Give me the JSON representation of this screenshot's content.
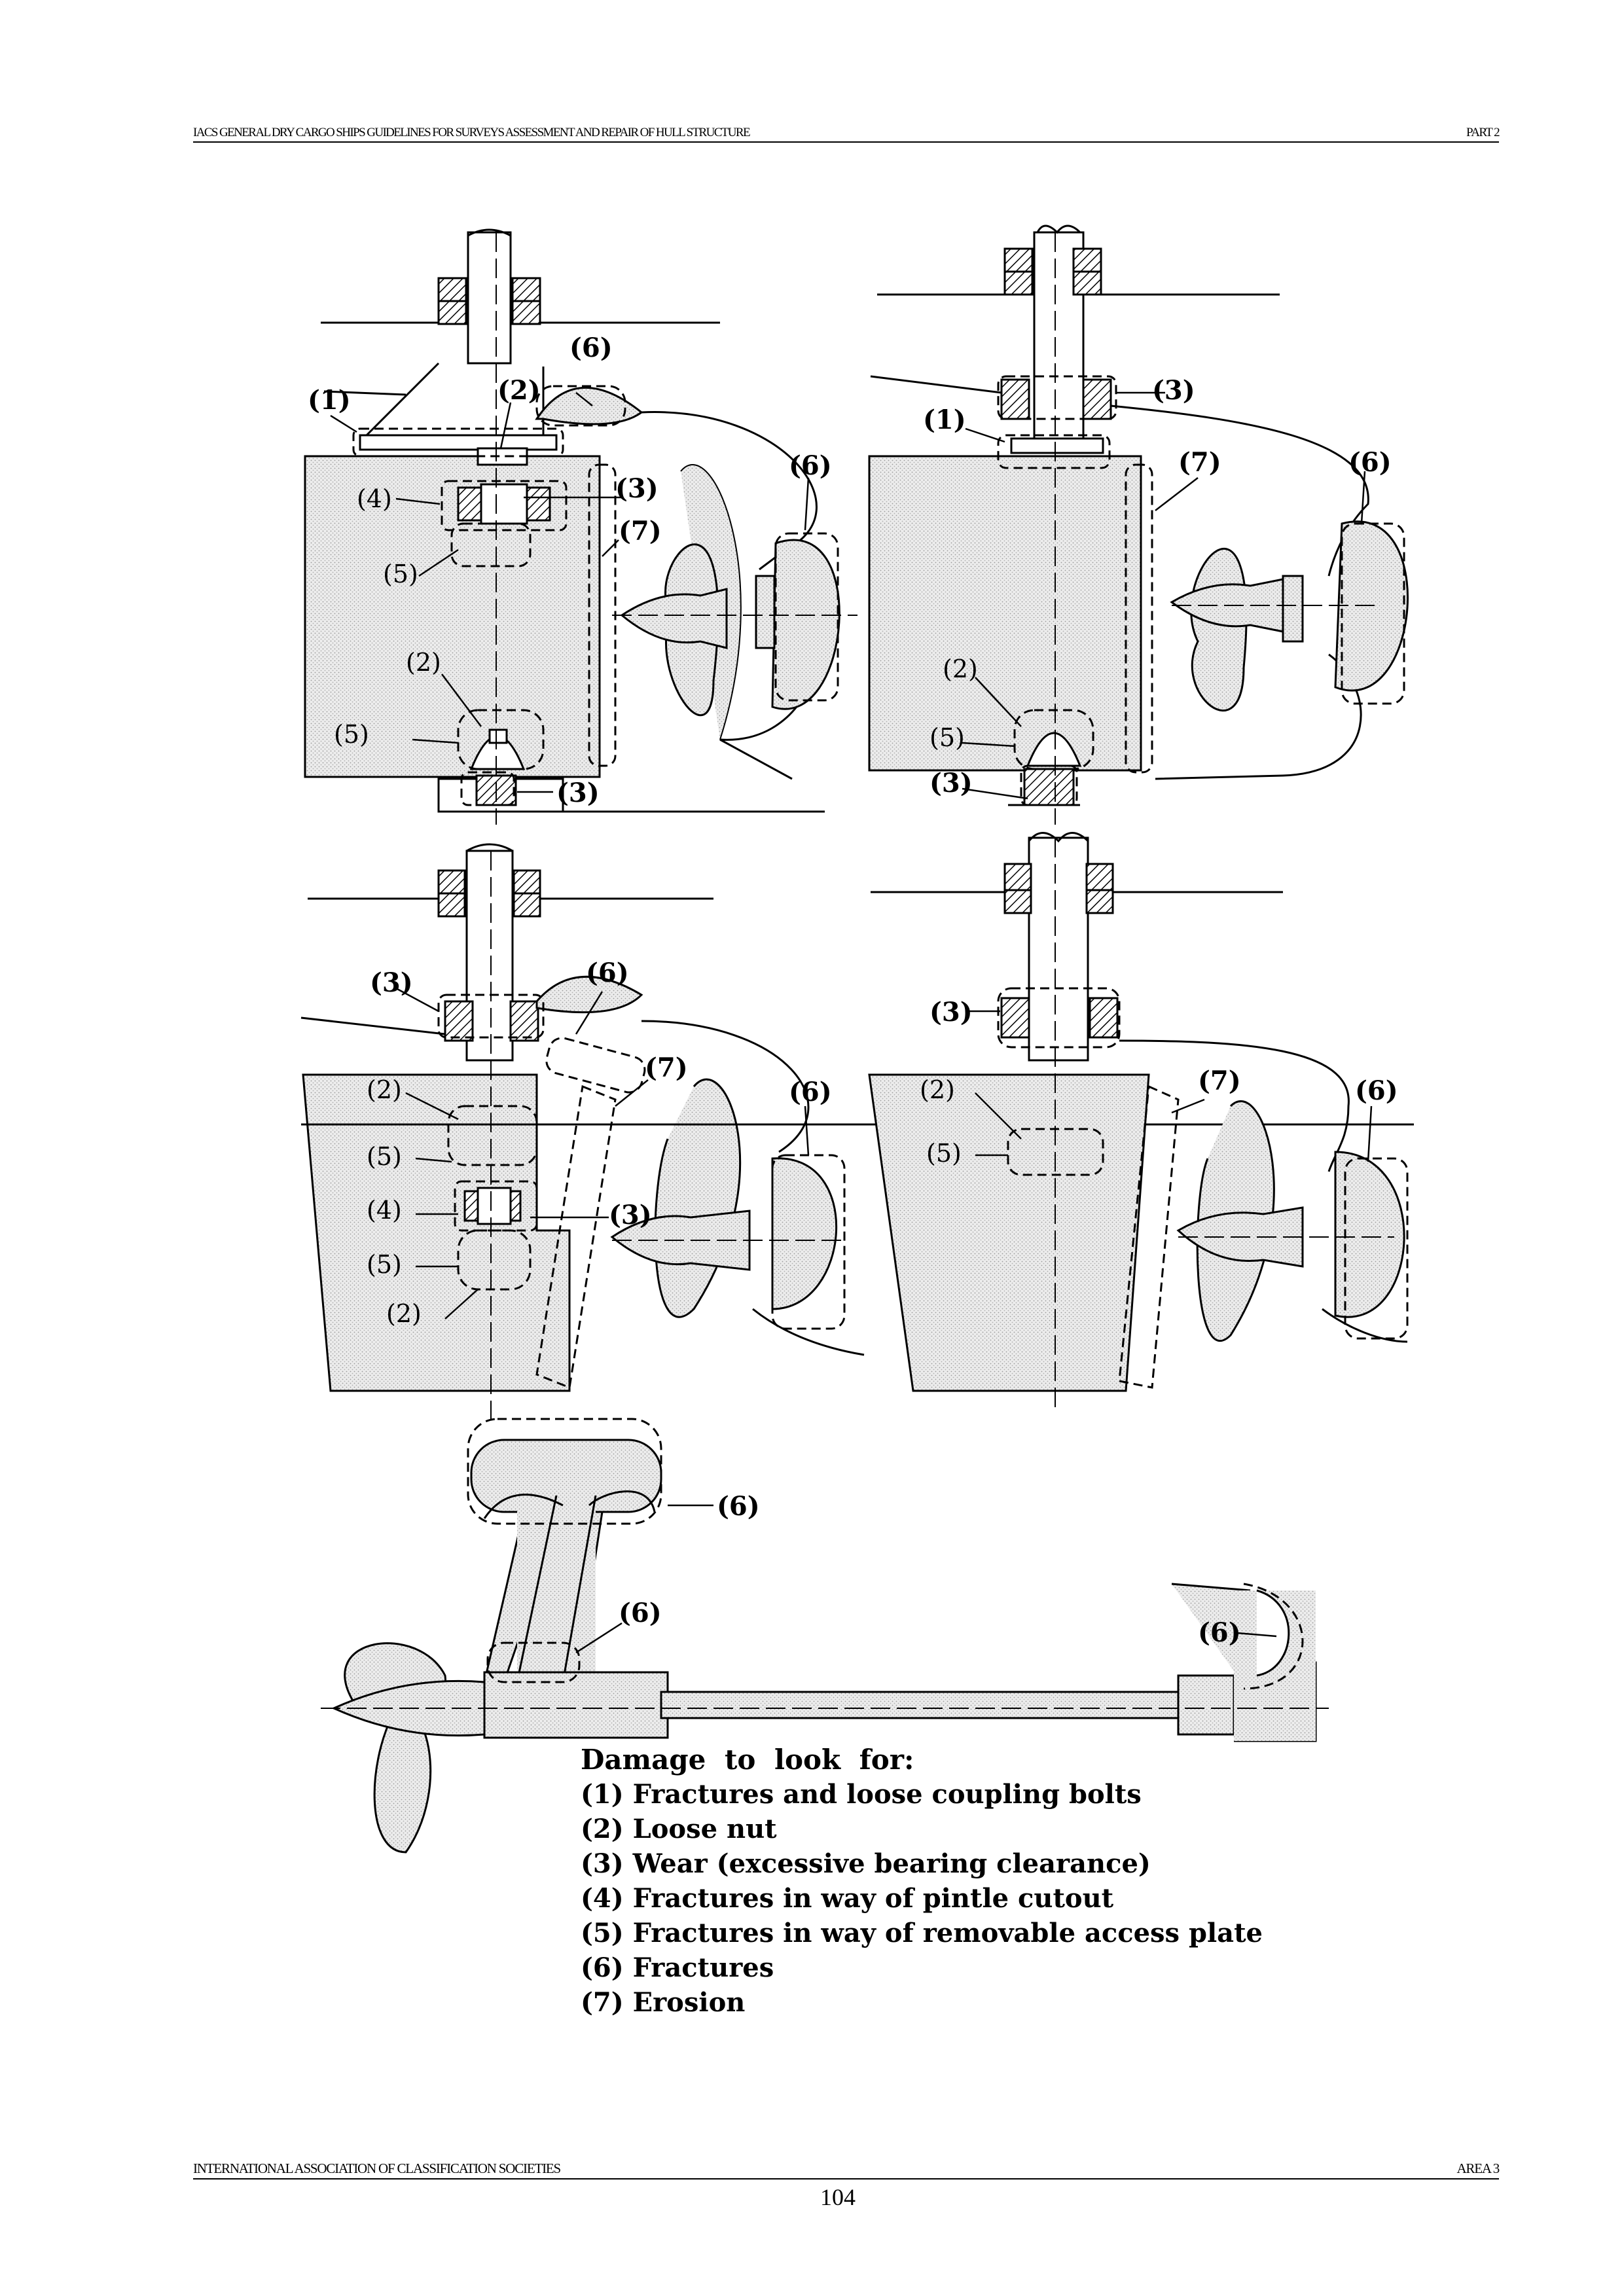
{
  "header": {
    "left": "IACS GENERAL DRY CARGO SHIPS GUIDELINES FOR SURVEYS ASSESSMENT AND REPAIR OF HULL STRUCTURE",
    "right": "PART 2"
  },
  "footer": {
    "left": "INTERNATIONAL ASSOCIATION OF CLASSIFICATION SOCIETIES",
    "right": "AREA 3",
    "page": "104"
  },
  "callouts": {
    "c1": "(1)",
    "c2": "(2)",
    "c3": "(3)",
    "c4": "(4)",
    "c5": "(5)",
    "c6": "(6)",
    "c7": "(7)"
  },
  "legend": {
    "title": "Damage to look for:",
    "items": [
      "(1) Fractures and loose coupling bolts",
      "(2) Loose nut",
      "(3) Wear (excessive bearing clearance)",
      "(4) Fractures in way of pintle cutout",
      "(5) Fractures in way of removable access plate",
      "(6) Fractures",
      "(7) Erosion"
    ]
  }
}
